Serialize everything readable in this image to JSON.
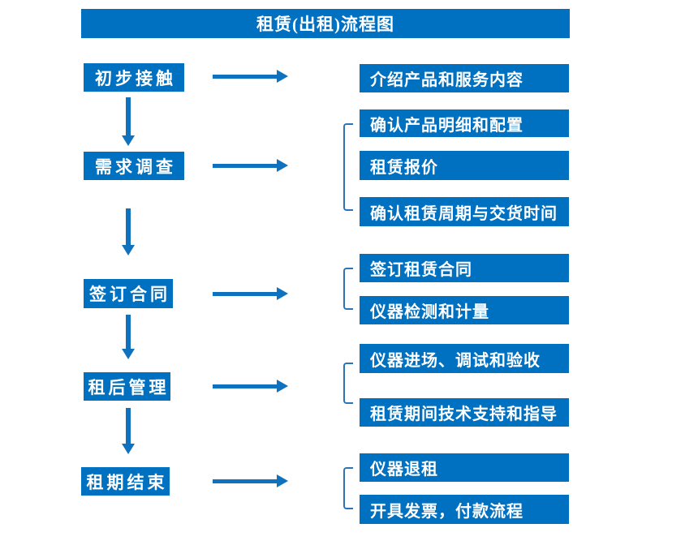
{
  "title": "租赁(出租)流程图",
  "colors": {
    "primary_blue": "#0070C0",
    "arrow_blue": "#0F72BE",
    "bracket_blue": "#2E74B5",
    "text_white": "#FFFFFF",
    "background": "#FFFFFF"
  },
  "steps": [
    {
      "label": "初步接触",
      "outputs": [
        "介绍产品和服务内容"
      ]
    },
    {
      "label": "需求调查",
      "outputs": [
        "确认产品明细和配置",
        "租赁报价",
        "确认租赁周期与交货时间"
      ]
    },
    {
      "label": "签订合同",
      "outputs": [
        "签订租赁合同",
        "仪器检测和计量"
      ]
    },
    {
      "label": "租后管理",
      "outputs": [
        "仪器进场、调试和验收",
        "租赁期间技术支持和指导"
      ]
    },
    {
      "label": "租期结束",
      "outputs": [
        "仪器退租",
        "开具发票，付款流程"
      ]
    }
  ]
}
